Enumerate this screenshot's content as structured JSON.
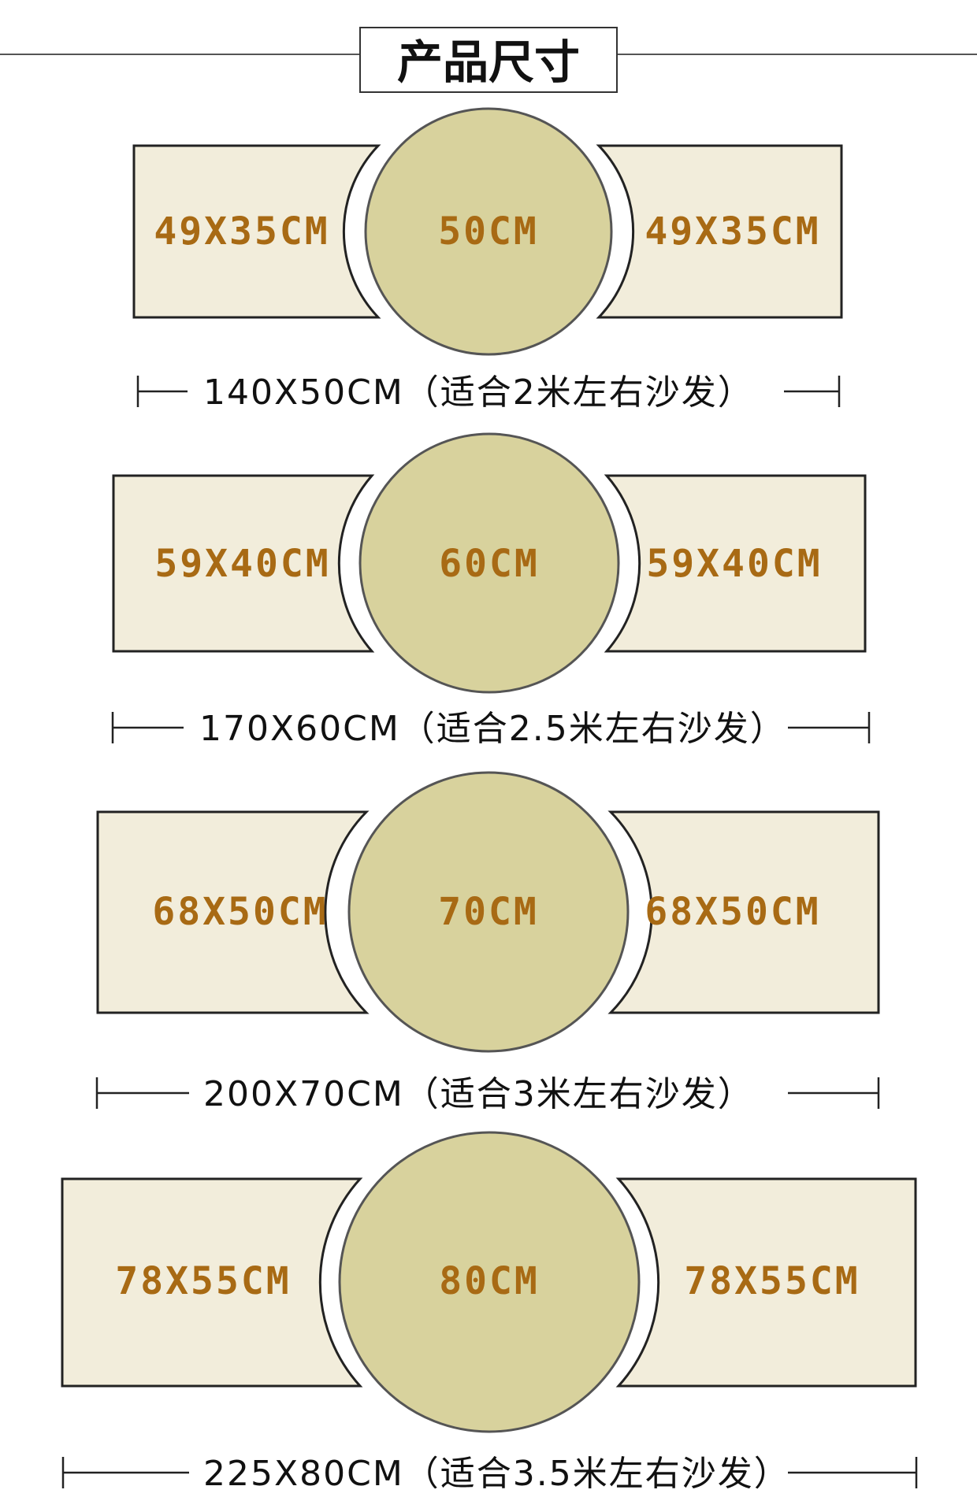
{
  "title": "产品尺寸",
  "colors": {
    "rect_fill": "#f2eddb",
    "circle_fill": "#d8d29d",
    "dimension_text": "#a86a14",
    "outline": "#222222"
  },
  "sets": [
    {
      "left_label": "49X35CM",
      "center_label": "50CM",
      "right_label": "49X35CM",
      "total_label": "140X50CM（适合2米左右沙发）"
    },
    {
      "left_label": "59X40CM",
      "center_label": "60CM",
      "right_label": "59X40CM",
      "total_label": "170X60CM（适合2.5米左右沙发）"
    },
    {
      "left_label": "68X50CM",
      "center_label": "70CM",
      "right_label": "68X50CM",
      "total_label": "200X70CM（适合3米左右沙发）"
    },
    {
      "left_label": "78X55CM",
      "center_label": "80CM",
      "right_label": "78X55CM",
      "total_label": "225X80CM（适合3.5米左右沙发）"
    }
  ]
}
